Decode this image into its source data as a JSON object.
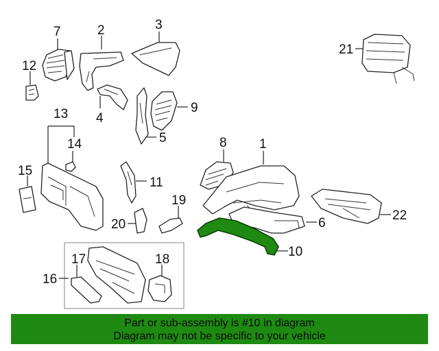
{
  "callouts": {
    "c1": "1",
    "c2": "2",
    "c3": "3",
    "c4": "4",
    "c5": "5",
    "c6": "6",
    "c7": "7",
    "c8": "8",
    "c9": "9",
    "c10": "10",
    "c11": "11",
    "c12": "12",
    "c13": "13",
    "c14": "14",
    "c15": "15",
    "c16": "16",
    "c17": "17",
    "c18": "18",
    "c19": "19",
    "c20": "20",
    "c21": "21",
    "c22": "22"
  },
  "banner": {
    "line1": "Part or sub-assembly is #10 in diagram",
    "line2": "Diagram may not be specific to your vehicle"
  },
  "colors": {
    "highlight": "#1f8a12",
    "banner": "#1f8a12"
  }
}
